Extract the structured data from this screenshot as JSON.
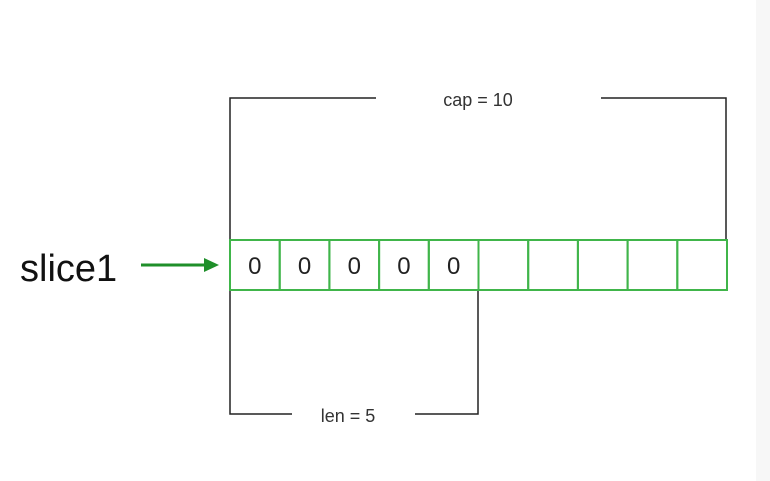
{
  "diagram": {
    "slice_name": "slice1",
    "cap_label": "cap =  10",
    "len_label": "len =  5",
    "cells": [
      "0",
      "0",
      "0",
      "0",
      "0",
      "",
      "",
      "",
      "",
      ""
    ],
    "colors": {
      "cell_border": "#40b54a",
      "arrow": "#1f8f2a",
      "bracket": "#222222",
      "background": "#ffffff"
    },
    "icons": {
      "pointer": "right-arrow-icon"
    }
  }
}
